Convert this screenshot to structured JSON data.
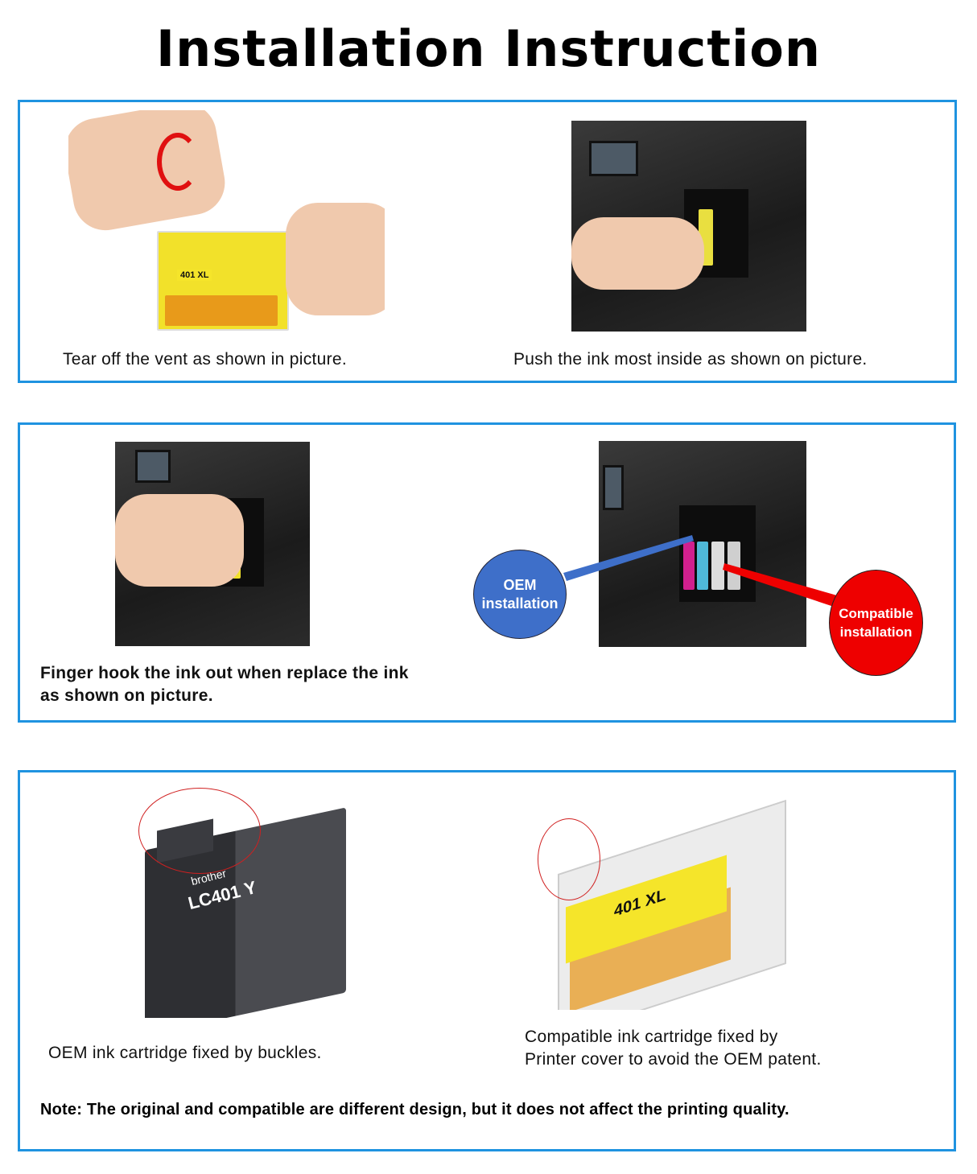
{
  "title": "Installation Instruction",
  "colors": {
    "border": "#1f93e0",
    "oem_circle": "#3e6fc9",
    "compatible_circle": "#ee0000"
  },
  "step1": {
    "caption": "Tear off the vent as shown in picture.",
    "cartridge_label": "401 XL"
  },
  "step2": {
    "caption": "Push the ink most inside as shown on picture."
  },
  "step3": {
    "caption_line1": "Finger hook the ink out when replace the ink",
    "caption_line2": "as shown on picture."
  },
  "step4": {
    "oem_label": "OEM installation",
    "compatible_label": "Compatible installation"
  },
  "step5": {
    "caption": "OEM ink cartridge fixed by buckles.",
    "cartridge_label": "LC401 Y",
    "brand": "brother"
  },
  "step6": {
    "caption_line1": "Compatible ink cartridge fixed by",
    "caption_line2": "Printer cover to avoid the OEM patent.",
    "cartridge_label": "401 XL"
  },
  "note": "Note: The original and compatible are different design, but it does not affect the printing quality."
}
